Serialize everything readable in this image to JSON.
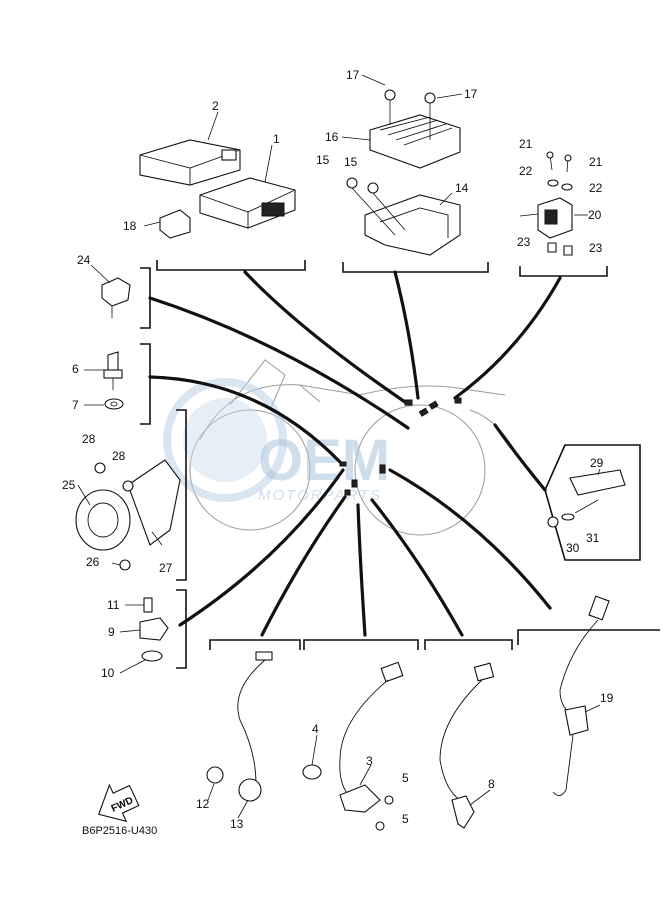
{
  "diagram": {
    "reference_code": "B6P2516-U430",
    "fwd_label": "FWD",
    "watermark": {
      "brand": "OEM",
      "sub": "MOTORPARTS"
    },
    "callouts": [
      "1",
      "2",
      "3",
      "4",
      "5",
      "6",
      "7",
      "8",
      "9",
      "10",
      "11",
      "12",
      "13",
      "14",
      "15",
      "16",
      "17",
      "18",
      "19",
      "20",
      "21",
      "22",
      "23",
      "24",
      "25",
      "26",
      "27",
      "28",
      "29",
      "30",
      "31"
    ]
  }
}
